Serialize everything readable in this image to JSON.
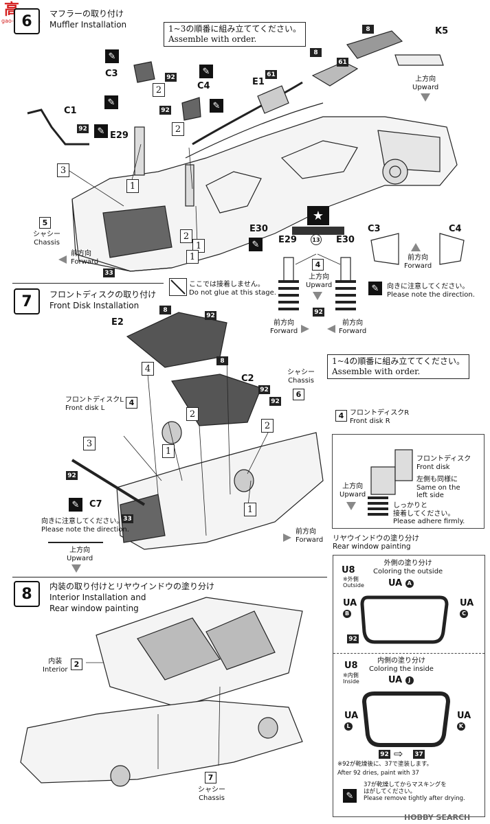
{
  "watermark_top": {
    "glyph": "高",
    "site": "gao-shou.com"
  },
  "step6": {
    "number": "6",
    "title_jp": "マフラーの取り付け",
    "title_en": "Muffler Installation",
    "order_jp": "1~3の順番に組み立ててください。",
    "order_en": "Assemble with order.",
    "parts": {
      "c1": "C1",
      "c3": "C3",
      "c4": "C4",
      "e1": "E1",
      "e29": "E29",
      "e30": "E30",
      "k5": "K5",
      "n92a": "92",
      "n92b": "92",
      "n92c": "92",
      "n61a": "61",
      "n61b": "61",
      "n8a": "8",
      "n8b": "8",
      "n5": "5",
      "n33": "33"
    },
    "steps": {
      "s1": "1",
      "s2": "2",
      "s3": "3",
      "s1b": "1",
      "s2b": "2",
      "s1c": "1"
    },
    "chassis_jp": "シャシー",
    "chassis_en": "Chassis",
    "forward_jp": "前方向",
    "forward_en": "Forward",
    "upward_jp": "上方向",
    "upward_en": "Upward",
    "noglue_jp": "ここでは接着しません。",
    "noglue_en": "Do not glue at this stage.",
    "star_strip": "★",
    "e29_label": "E29",
    "e30_label": "E30",
    "n13": "13",
    "n4": "4",
    "n92d": "92",
    "up_jp": "上方向",
    "up_en": "Upward",
    "fwd_jp_l": "前方向",
    "fwd_en_l": "Forward",
    "fwd_jp_r": "前方向",
    "fwd_en_r": "Forward",
    "c3_label": "C3",
    "c4_label": "C4",
    "fwd_c_jp": "前方向",
    "fwd_c_en": "Forward",
    "dir_jp": "向きに注意してください。",
    "dir_en": "Please note the direction."
  },
  "step7": {
    "number": "7",
    "title_jp": "フロントディスクの取り付け",
    "title_en": "Front Disk Installation",
    "order_jp": "1~4の順番に組み立ててください。",
    "order_en": "Assemble with order.",
    "e2": "E2",
    "c2": "C2",
    "c7": "C7",
    "n8a": "8",
    "n92a": "92",
    "n8b": "8",
    "n92b": "92",
    "n92c": "92",
    "n33": "33",
    "n92d": "92",
    "chassis_jp": "シャシー",
    "chassis_en": "Chassis",
    "n6": "6",
    "disk_l_jp": "フロントディスクL",
    "disk_l_en": "Front disk L",
    "n4l": "4",
    "disk_r_jp": "フロントディスクR",
    "disk_r_en": "Front disk R",
    "n4r": "4",
    "s4": "4",
    "s2a": "2",
    "s2b": "2",
    "s1a": "1",
    "s1b": "1",
    "s3": "3",
    "dir_jp": "向きに注意してください。",
    "dir_en": "Please note the direction.",
    "up_jp": "上方向",
    "up_en": "Upward",
    "fwd_jp": "前方向",
    "fwd_en": "Forward",
    "detail": {
      "disk_jp": "フロントディスク",
      "disk_en": "Front disk",
      "same_jp": "左側も同様に",
      "same_en1": "Same on the",
      "same_en2": "left side",
      "up_jp": "上方向",
      "up_en": "Upward",
      "firm_jp1": "しっかりと",
      "firm_jp2": "接着してください。",
      "firm_en": "Please adhere firmly."
    }
  },
  "rear_window": {
    "title_jp": "リヤウインドウの塗り分け",
    "title_en": "Rear window painting",
    "outside": {
      "title_jp": "外側の塗り分け",
      "title_en": "Coloring the outside",
      "u8": "U8",
      "note_jp": "※外側",
      "note_en": "Outside",
      "ua_top": "UA",
      "ua_left": "UA",
      "ua_right": "UA",
      "c_top": "A",
      "c_left": "B",
      "c_right": "C",
      "n92": "92"
    },
    "inside": {
      "title_jp": "内側の塗り分け",
      "title_en": "Coloring the inside",
      "u8": "U8",
      "note_jp": "※内側",
      "note_en": "Inside",
      "ua_top": "UA",
      "ua_left": "UA",
      "ua_right": "UA",
      "c_top": "J",
      "c_left": "L",
      "c_right": "K",
      "n92": "92",
      "n37": "37",
      "dry_jp": "※92が乾燥後に、37で塗装します。",
      "dry_en": "After 92 dries, paint with 37",
      "mask_jp1": "37が乾燥してからマスキングを",
      "mask_jp2": "はがしてください。",
      "mask_en": "Please remove tightly after drying."
    }
  },
  "step8": {
    "number": "8",
    "title_jp": "内装の取り付けとリヤウインドウの塗り分け",
    "title_en1": "Interior Installation and",
    "title_en2": "Rear window painting",
    "interior_jp": "内装",
    "interior_en": "Interior",
    "n2": "2",
    "chassis_jp": "シャシー",
    "chassis_en": "Chassis",
    "n7": "7"
  },
  "footer_watermark": "HOBBY SEARCH",
  "colors": {
    "ink": "#111111",
    "gray": "#888888",
    "light_gray": "#d8d8d8",
    "red": "#d42020"
  }
}
